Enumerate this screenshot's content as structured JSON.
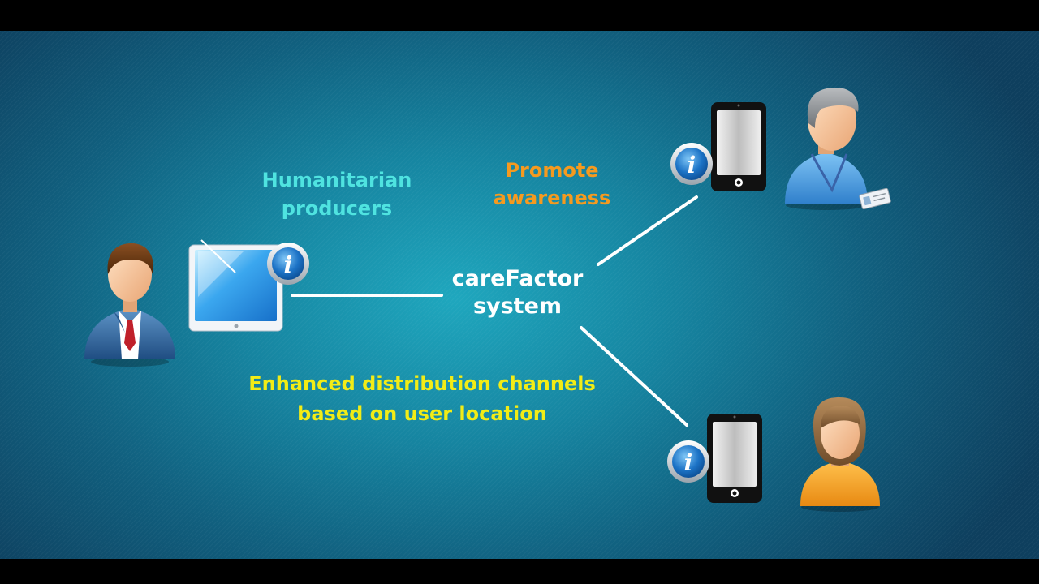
{
  "diagram": {
    "center_label": [
      "careFactor",
      "system"
    ],
    "left_actor_label": [
      "Humanitarian",
      "producers"
    ],
    "top_edge_label": [
      "Promote",
      "awareness"
    ],
    "bottom_edge_label": [
      "Enhanced distribution channels",
      "based on user location"
    ]
  },
  "icons": {
    "producer": "businessman-icon",
    "producer_device": "tablet-icon",
    "top_device": "smartphone-icon",
    "top_person": "staff-member-icon",
    "bottom_device": "smartphone-icon",
    "bottom_person": "user-icon",
    "badge": "info-icon"
  },
  "colors": {
    "background": "#1684a0",
    "humanitarian_label": "#4fe3e0",
    "promote_label": "#f59a1f",
    "center_label": "#ffffff",
    "enhanced_label": "#f2ec16"
  }
}
